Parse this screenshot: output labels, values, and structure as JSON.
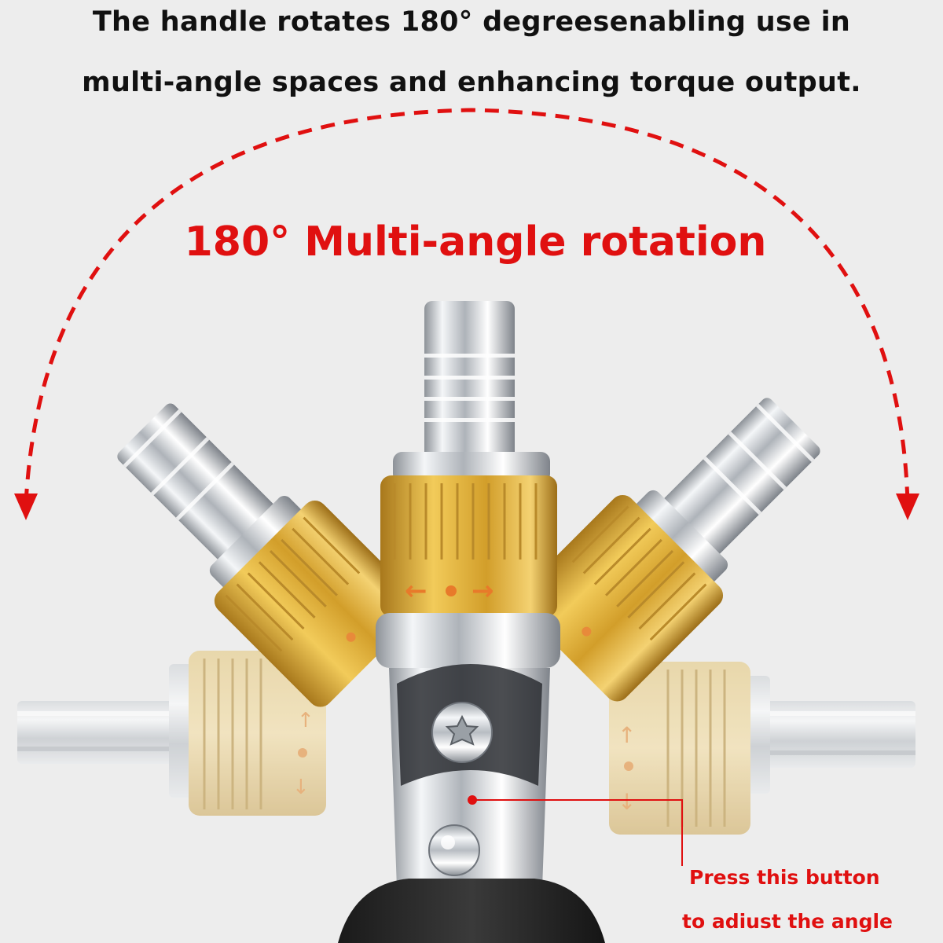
{
  "headline": {
    "line1": "The handle rotates 180°   degreesenabling use in",
    "line2": "multi-angle spaces and enhancing torque output."
  },
  "rotation_label": "180°  Multi-angle rotation",
  "callout": {
    "line1": "Press this button",
    "line2": "to adiust the angle"
  },
  "colors": {
    "background": "#ededed",
    "accent_red": "#e01010",
    "text_dark": "#111111",
    "brass": "#d9a935",
    "chrome": "#cfd3d8"
  }
}
